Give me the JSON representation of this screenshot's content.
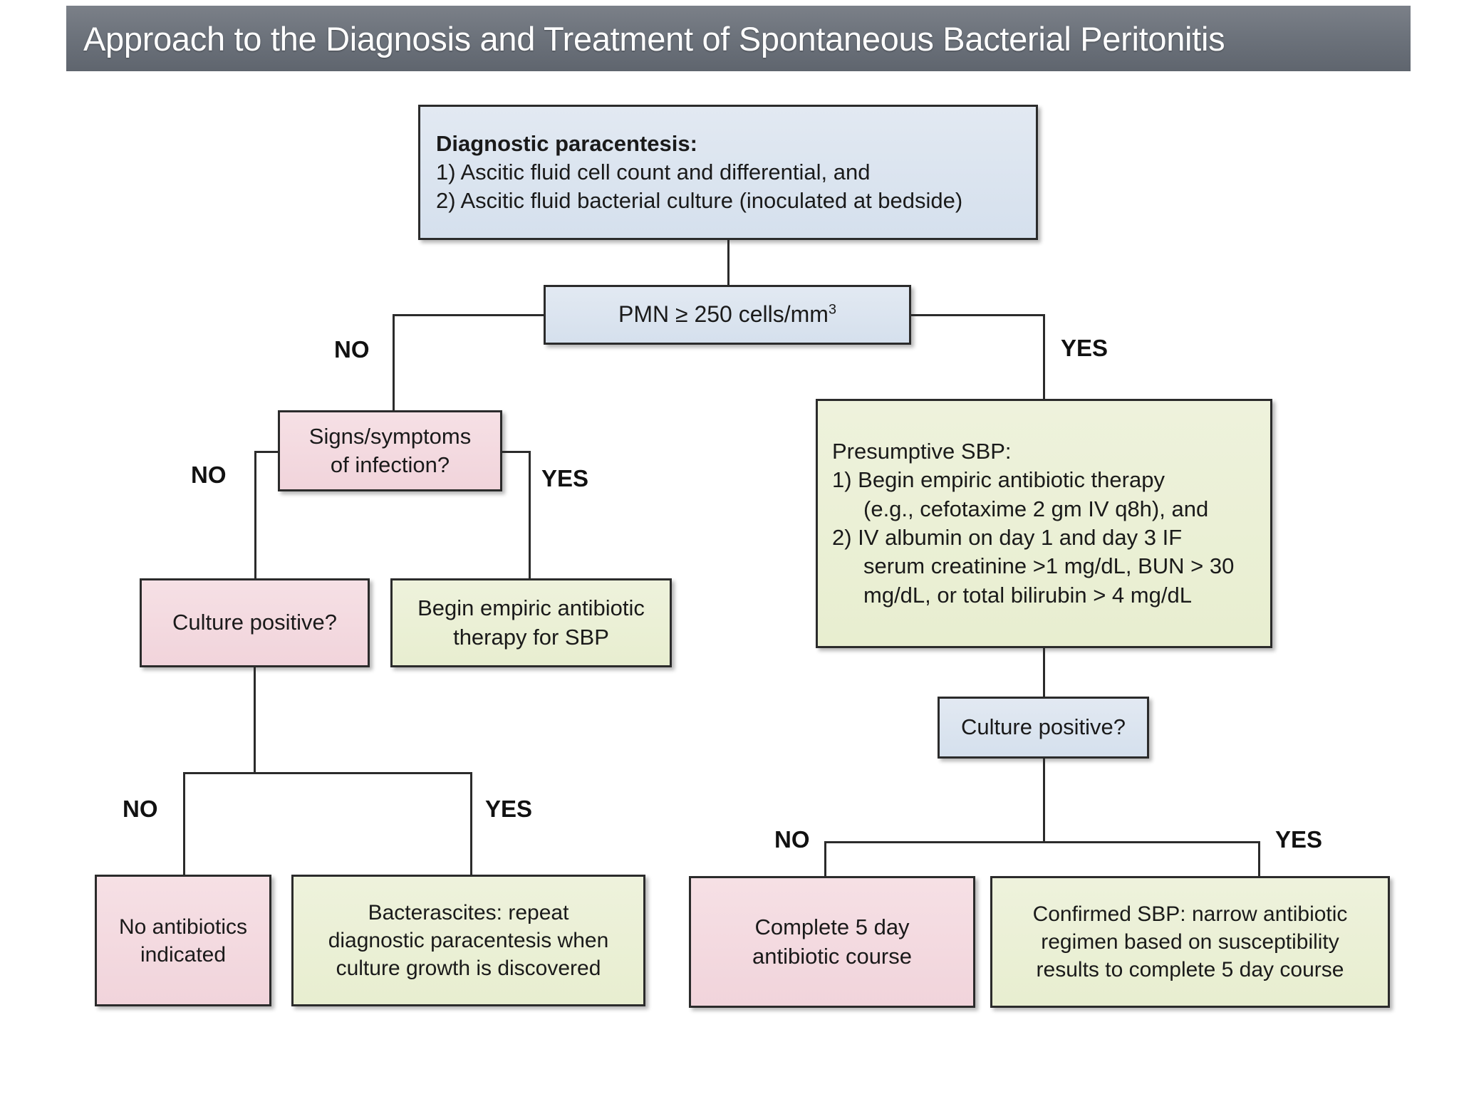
{
  "header": {
    "title": "Approach to the Diagnosis and Treatment of Spontaneous Bacterial Peritonitis",
    "bar_color": "#6d737c",
    "text_color": "#ffffff"
  },
  "palette": {
    "blue_fill": "#dae3ef",
    "pink_fill": "#f3d8de",
    "green_fill": "#eaefd4",
    "border": "#2b2b2b"
  },
  "nodes": {
    "diagnostic_paracentesis": {
      "color": "blue",
      "heading": "Diagnostic paracentesis:",
      "line1": "1) Ascitic fluid cell count and differential, and",
      "line2": "2) Ascitic fluid bacterial culture (inoculated at bedside)"
    },
    "pmn_threshold": {
      "color": "blue",
      "text_prefix": "PMN ≥ 250 cells/mm",
      "superscript": "3"
    },
    "signs_symptoms": {
      "color": "pink",
      "line1": "Signs/symptoms",
      "line2": "of infection?"
    },
    "culture_positive_left": {
      "color": "pink",
      "text": "Culture positive?"
    },
    "begin_empiric_sbp": {
      "color": "green",
      "line1": "Begin empiric antibiotic",
      "line2": "therapy for SBP"
    },
    "presumptive_sbp": {
      "color": "green",
      "heading": "Presumptive SBP:",
      "line1": "1) Begin empiric antibiotic therapy",
      "line2": "(e.g., cefotaxime 2 gm IV q8h), and",
      "line3": "2) IV albumin on day 1 and day 3 IF",
      "line4": "serum creatinine >1 mg/dL, BUN > 30",
      "line5": "mg/dL, or total bilirubin > 4 mg/dL"
    },
    "culture_positive_right": {
      "color": "blue",
      "text": "Culture positive?"
    },
    "no_antibiotics": {
      "color": "pink",
      "line1": "No antibiotics",
      "line2": "indicated"
    },
    "bacterascites": {
      "color": "green",
      "line1": "Bacterascites: repeat",
      "line2": "diagnostic paracentesis when",
      "line3": "culture growth is discovered"
    },
    "complete_5_day": {
      "color": "pink",
      "line1": "Complete 5 day",
      "line2": "antibiotic course"
    },
    "confirmed_sbp": {
      "color": "green",
      "line1": "Confirmed SBP: narrow antibiotic",
      "line2": "regimen based on susceptibility",
      "line3": "results to complete 5 day course"
    }
  },
  "branch_labels": {
    "pmn_no": "NO",
    "pmn_yes": "YES",
    "signs_no": "NO",
    "signs_yes": "YES",
    "culture_left_no": "NO",
    "culture_left_yes": "YES",
    "culture_right_no": "NO",
    "culture_right_yes": "YES"
  }
}
